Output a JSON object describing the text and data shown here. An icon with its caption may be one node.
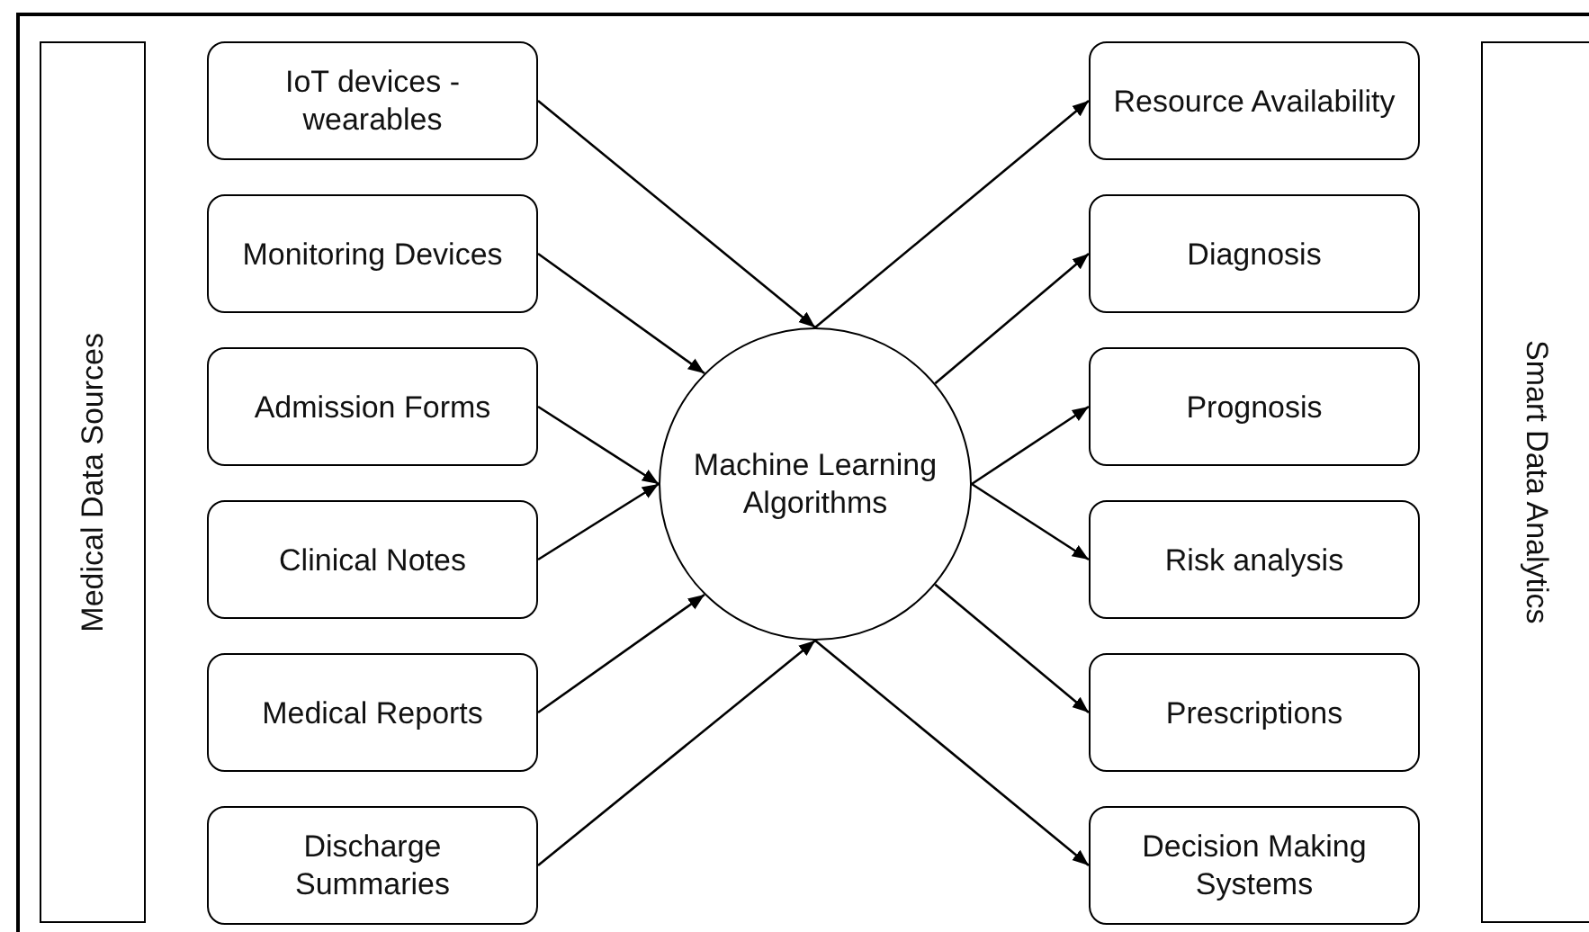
{
  "diagram": {
    "nodes": [
      {
        "text": [
          "Medical Data Sources"
        ]
      },
      {
        "text": [
          "IoT devices - wearables"
        ]
      },
      {
        "text": [
          "Monitoring Devices"
        ]
      },
      {
        "text": [
          "Admission Forms"
        ]
      },
      {
        "text": [
          "Clinical Notes"
        ]
      },
      {
        "text": [
          "Medical Reports"
        ]
      },
      {
        "text": [
          "Discharge Summaries"
        ]
      },
      {
        "text": [
          "Machine Learning Algorithms"
        ]
      },
      {
        "text": [
          "Resource Availability"
        ]
      },
      {
        "text": [
          "Diagnosis"
        ]
      },
      {
        "text": [
          "Prognosis"
        ]
      },
      {
        "text": [
          "Risk analysis"
        ]
      },
      {
        "text": [
          "Prescriptions"
        ]
      },
      {
        "text": [
          "Decision Making Systems"
        ]
      },
      {
        "text": [
          "Smart Data Analytics"
        ]
      }
    ],
    "edges": [
      {
        "from": 1,
        "to": 7,
        "arrow": "to"
      },
      {
        "from": 2,
        "to": 7,
        "arrow": "to"
      },
      {
        "from": 3,
        "to": 7,
        "arrow": "to"
      },
      {
        "from": 4,
        "to": 7,
        "arrow": "to"
      },
      {
        "from": 5,
        "to": 7,
        "arrow": "to"
      },
      {
        "from": 6,
        "to": 7,
        "arrow": "to"
      },
      {
        "from": 7,
        "to": 8,
        "arrow": "to"
      },
      {
        "from": 7,
        "to": 9,
        "arrow": "to"
      },
      {
        "from": 7,
        "to": 10,
        "arrow": "to"
      },
      {
        "from": 7,
        "to": 11,
        "arrow": "to"
      },
      {
        "from": 7,
        "to": 12,
        "arrow": "to"
      },
      {
        "from": 7,
        "to": 13,
        "arrow": "to"
      }
    ]
  }
}
